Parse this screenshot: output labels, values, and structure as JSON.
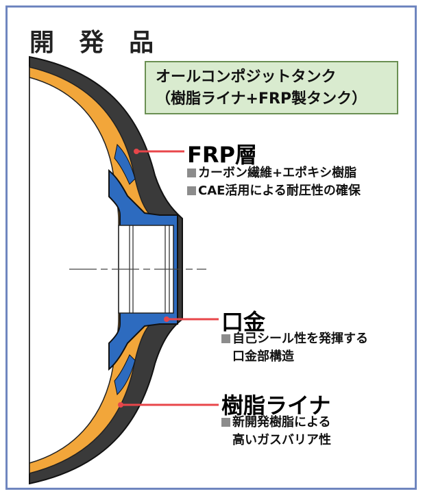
{
  "title": "開 発 品",
  "tank_label": {
    "line1": "オールコンポジットタンク",
    "line2": "（樹脂ライナ+FRP製タンク）"
  },
  "callouts": {
    "frp": {
      "title": "FRP層",
      "items": [
        "カーボン繊維+エポキシ樹脂",
        "CAE活用による耐圧性の確保"
      ]
    },
    "kuchigane": {
      "title": "口金",
      "items": [
        "自己シール性を発揮する",
        "口金部構造"
      ]
    },
    "liner": {
      "title": "樹脂ライナ",
      "items": [
        "新開発樹脂による",
        "高いガスバリア性"
      ]
    }
  },
  "colors": {
    "frame_border": "#6f86bf",
    "frp_layer": "#3a3a3a",
    "resin_liner": "#f2a63a",
    "mouthpiece": "#2d6bbf",
    "leader_line": "#e8464a",
    "label_box_bg": "#d9ebcf",
    "label_box_border": "#6a8f52",
    "bullet_square": "#8c8c8c"
  }
}
